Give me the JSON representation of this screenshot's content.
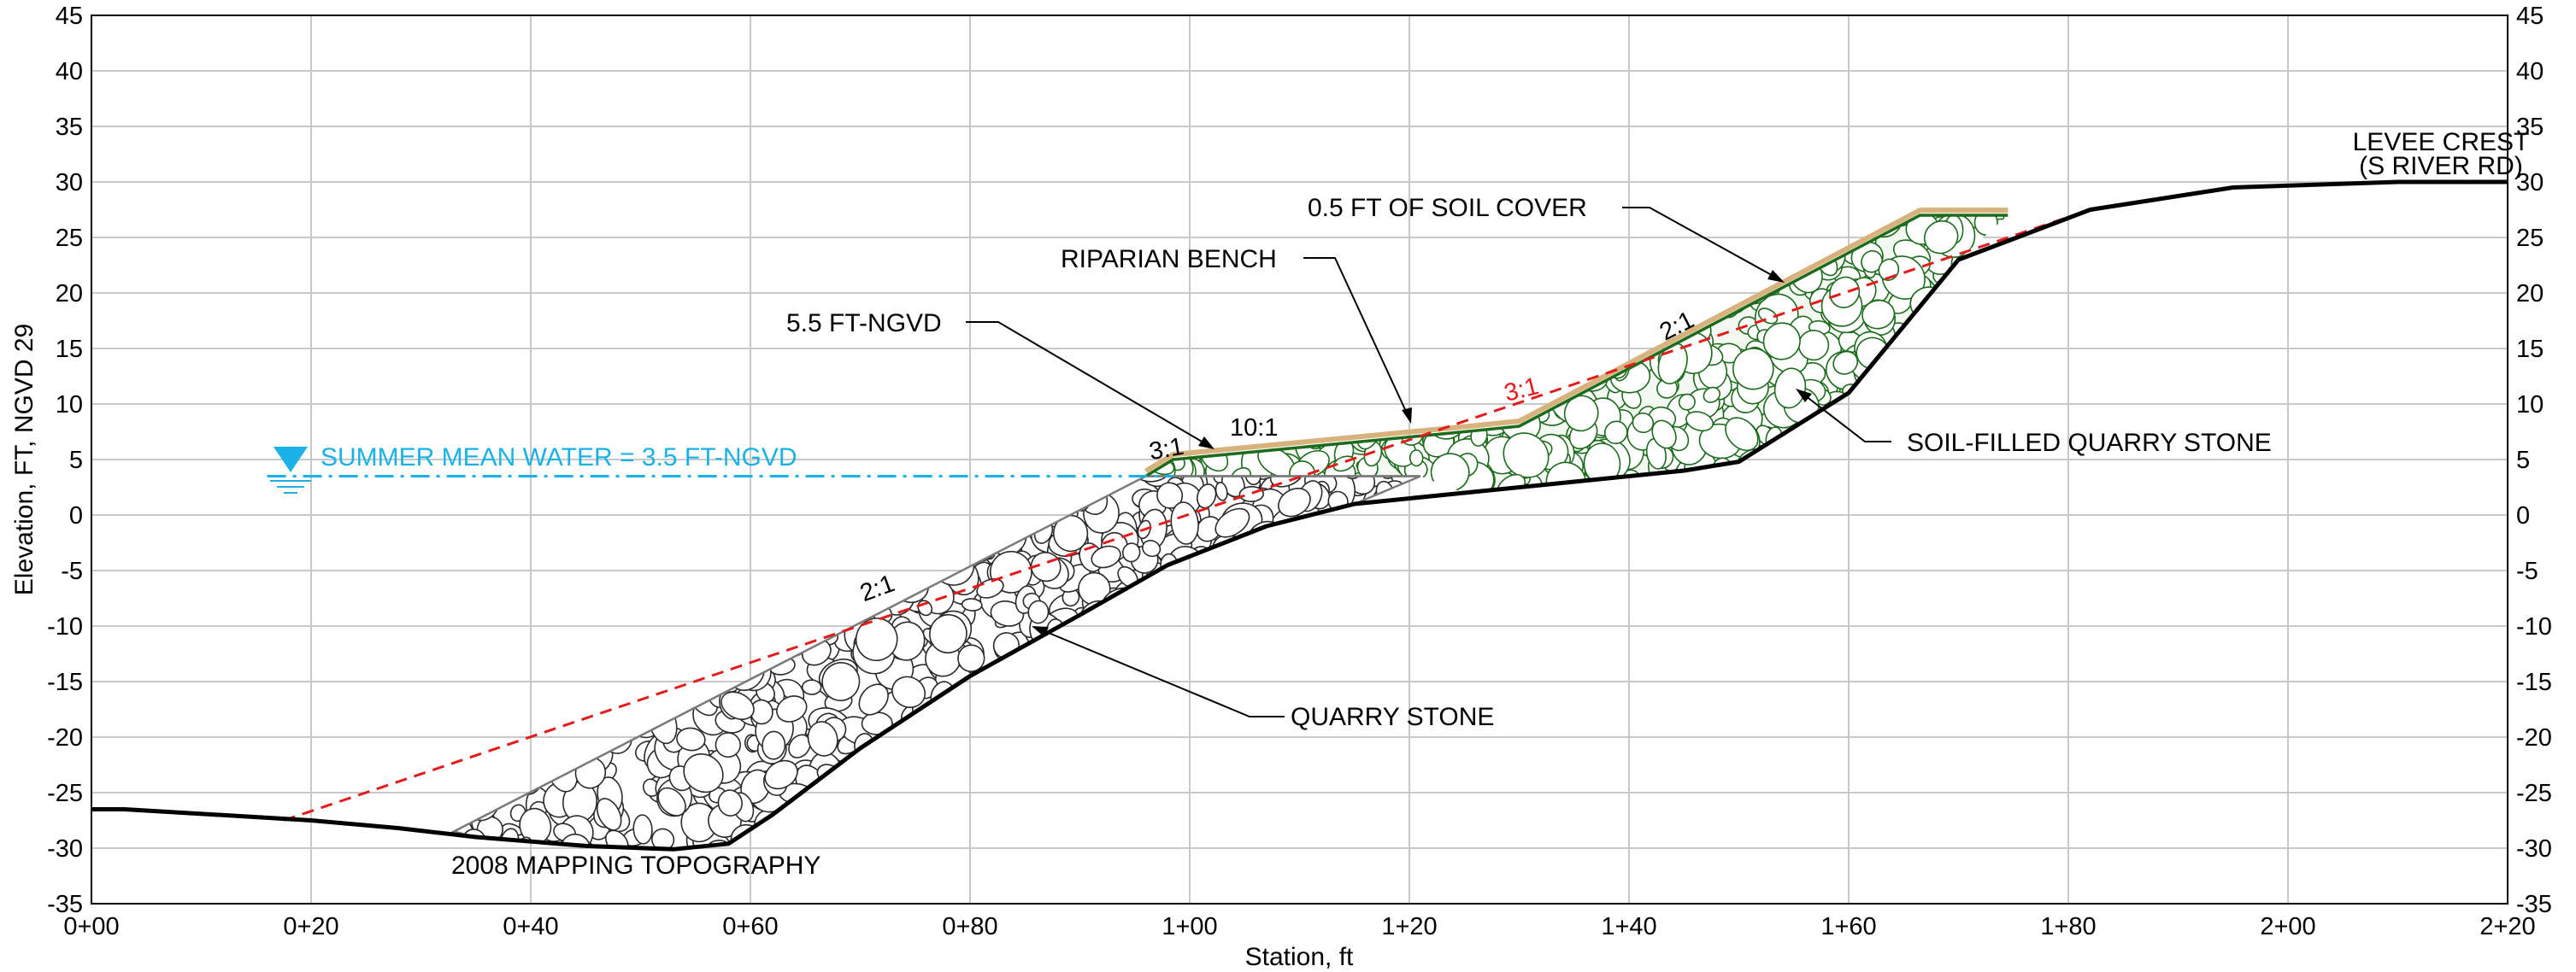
{
  "chart_data": {
    "type": "line",
    "xlabel": "Station, ft",
    "ylabel": "Elevation, FT, NGVD 29",
    "xlim": [
      0,
      220
    ],
    "ylim": [
      -35,
      45
    ],
    "grid": true,
    "x_ticks": [
      0,
      20,
      40,
      60,
      80,
      100,
      120,
      140,
      160,
      180,
      200,
      220
    ],
    "x_tick_labels": [
      "0+00",
      "0+20",
      "0+40",
      "0+60",
      "0+80",
      "1+00",
      "1+20",
      "1+40",
      "1+60",
      "1+80",
      "2+00",
      "2+20"
    ],
    "y_ticks": [
      45,
      40,
      35,
      30,
      25,
      20,
      15,
      10,
      5,
      0,
      -5,
      -10,
      -15,
      -20,
      -25,
      -30,
      -35
    ],
    "y_tick_labels": [
      "45",
      "40",
      "35",
      "30",
      "25",
      "20",
      "15",
      "10",
      "5",
      "0",
      "-5",
      "-10",
      "-15",
      "-20",
      "-25",
      "-30",
      "-35"
    ],
    "colors": {
      "ground": "#000000",
      "water": "#1ab2e6",
      "dashed_slope": "#e31b1b",
      "quarry_outline": "#7a7a7a",
      "soil_filled_outline": "#1c6b1c",
      "soil_cover": "#d8b27c",
      "stone_fill": "#ffffff",
      "stone_outline": "#2a2a2a",
      "grid": "#c8c8c8"
    },
    "series": [
      {
        "key": "existing_ground",
        "x": [
          0,
          3,
          15,
          20,
          28,
          35,
          45,
          53,
          58,
          62,
          70,
          80,
          90,
          98,
          107,
          115,
          125,
          135,
          145,
          150,
          160,
          170,
          182,
          195,
          210,
          220
        ],
        "y": [
          -26.5,
          -26.5,
          -27.2,
          -27.5,
          -28.2,
          -29,
          -29.8,
          -30.1,
          -29.6,
          -27,
          -21,
          -14.5,
          -9,
          -4.5,
          -1,
          1,
          2,
          3,
          4,
          4.8,
          11,
          23,
          27.5,
          29.5,
          30,
          30
        ]
      },
      {
        "key": "proposed_surface",
        "x": [
          33,
          96,
          98.5,
          125,
          130,
          166.5,
          174.5
        ],
        "y": [
          -28.5,
          3.5,
          5,
          7.5,
          8,
          27,
          27
        ]
      },
      {
        "key": "dashed_slope",
        "x": [
          17.5,
          182
        ],
        "y": [
          -27.5,
          27.5
        ]
      },
      {
        "key": "summer_mean_water",
        "x": [
          16,
          98.5
        ],
        "y": [
          3.5,
          3.5
        ]
      }
    ],
    "annotations": [
      {
        "key": "summer_water",
        "text": "SUMMER MEAN WATER = 3.5 FT-NGVD"
      },
      {
        "key": "levee_crest_1",
        "text": "LEVEE CREST"
      },
      {
        "key": "levee_crest_2",
        "text": "(S RIVER RD)"
      },
      {
        "key": "soil_cover",
        "text": "0.5 FT OF SOIL COVER"
      },
      {
        "key": "riparian_bench",
        "text": "RIPARIAN BENCH"
      },
      {
        "key": "ngvd_55",
        "text": "5.5 FT-NGVD"
      },
      {
        "key": "soil_filled",
        "text": "SOIL-FILLED QUARRY STONE"
      },
      {
        "key": "quarry_stone",
        "text": "QUARRY STONE"
      },
      {
        "key": "mapping_2008",
        "text": "2008 MAPPING TOPOGRAPHY"
      },
      {
        "key": "slope_2_1_lower",
        "text": "2:1"
      },
      {
        "key": "slope_3_1_toe",
        "text": "3:1"
      },
      {
        "key": "slope_10_1",
        "text": "10:1"
      },
      {
        "key": "slope_3_1_red",
        "text": "3:1"
      },
      {
        "key": "slope_2_1_upper",
        "text": "2:1"
      }
    ]
  }
}
